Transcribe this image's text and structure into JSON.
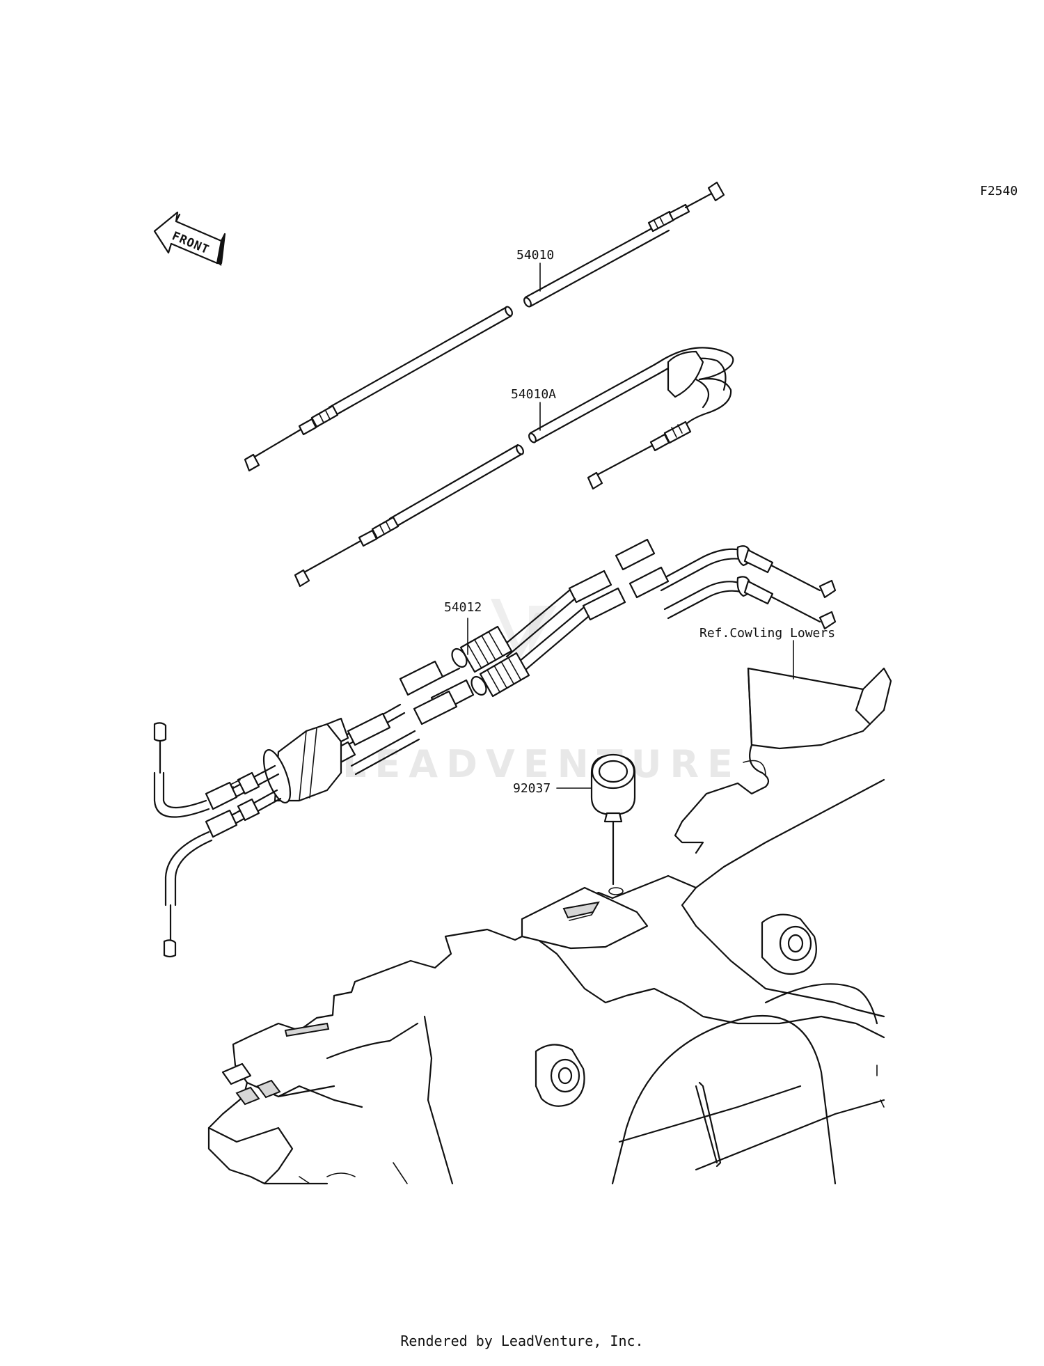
{
  "figure_code": "F2540",
  "front_arrow_text": "FRONT",
  "callouts": {
    "cable_54010": "54010",
    "cable_54010a": "54010A",
    "cable_54012": "54012",
    "clamp_92037": "92037",
    "ref_cowling": "Ref.Cowling Lowers"
  },
  "watermark": "LEADVENTURE",
  "footer": "Rendered by LeadVenture, Inc."
}
